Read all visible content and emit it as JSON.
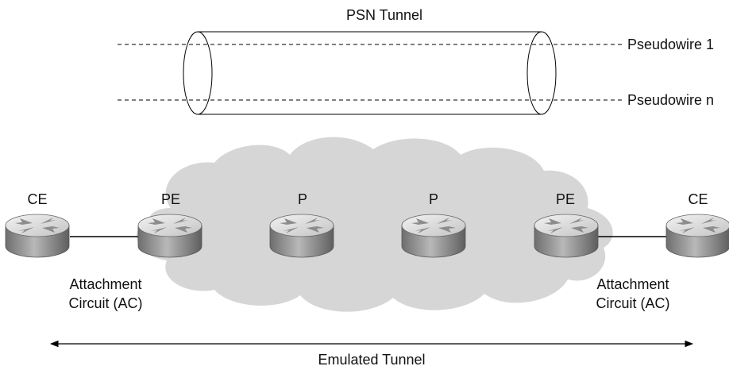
{
  "tunnel": {
    "label": "PSN Tunnel",
    "pseudowires": [
      "Pseudowire 1",
      "Pseudowire n"
    ]
  },
  "nodes": [
    {
      "id": "ce-left",
      "label": "CE"
    },
    {
      "id": "pe-left",
      "label": "PE"
    },
    {
      "id": "p-1",
      "label": "P"
    },
    {
      "id": "p-2",
      "label": "P"
    },
    {
      "id": "pe-right",
      "label": "PE"
    },
    {
      "id": "ce-right",
      "label": "CE"
    }
  ],
  "attachment_circuits": {
    "left": {
      "line1": "Attachment",
      "line2": "Circuit (AC)"
    },
    "right": {
      "line1": "Attachment",
      "line2": "Circuit (AC)"
    }
  },
  "emulated_tunnel_label": "Emulated Tunnel",
  "colors": {
    "cloud": "#d6d6d6",
    "router_top": "#e2e2e2",
    "router_side": "#8a8a8a",
    "line": "#000000"
  }
}
